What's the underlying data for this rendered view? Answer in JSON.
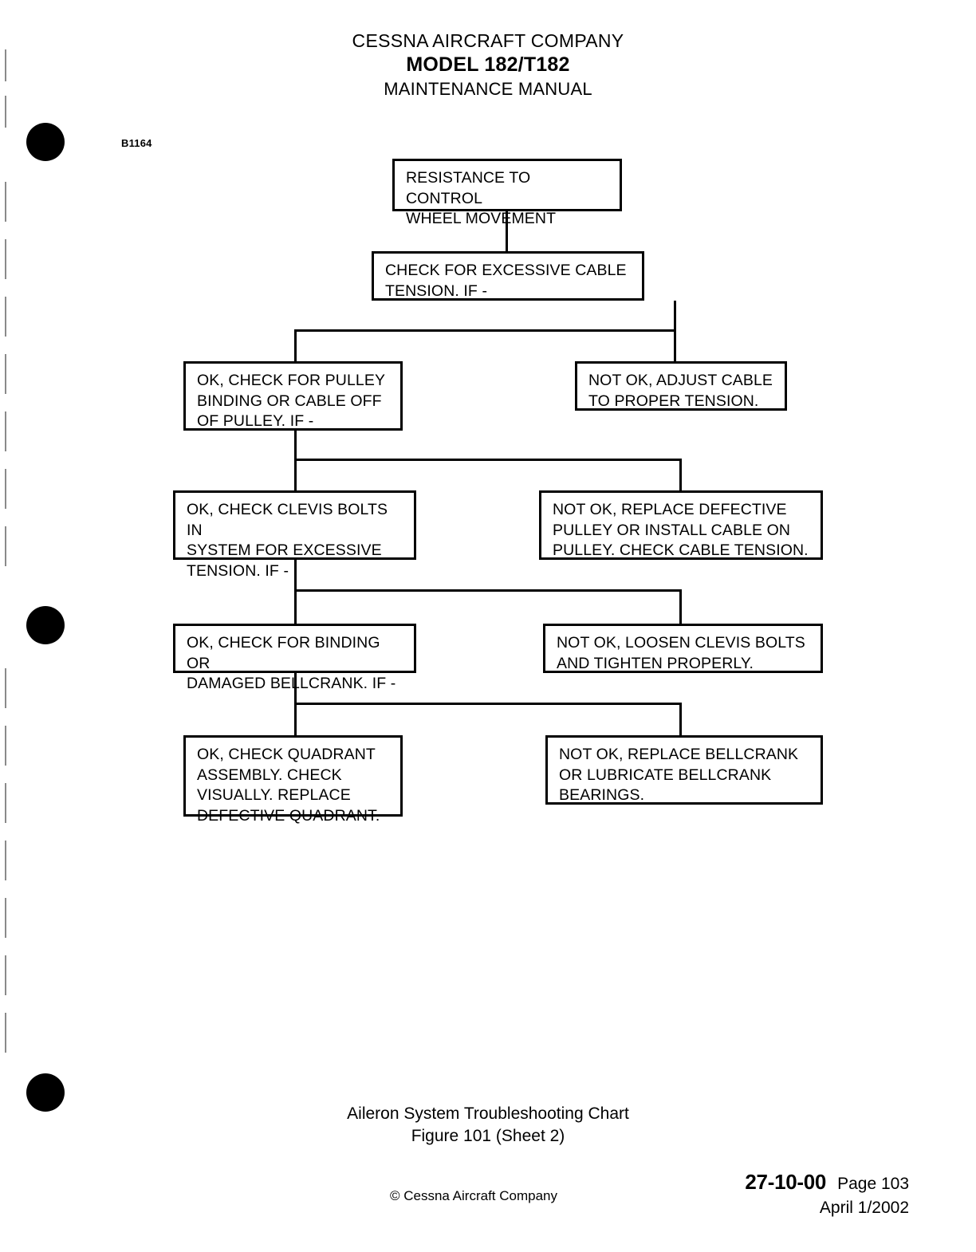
{
  "header": {
    "company": "CESSNA AIRCRAFT COMPANY",
    "model": "MODEL 182/T182",
    "manual": "MAINTENANCE MANUAL"
  },
  "figure_code": "B1164",
  "chart_data": {
    "type": "diagram",
    "title": "Aileron System Troubleshooting Chart",
    "nodes": [
      {
        "id": "start",
        "role": "symptom",
        "text": "RESISTANCE TO CONTROL\nWHEEL MOVEMENT"
      },
      {
        "id": "check-cable-tension",
        "role": "check",
        "text": "CHECK FOR EXCESSIVE CABLE\nTENSION.  IF -"
      },
      {
        "id": "ok-check-pulley",
        "role": "ok-branch",
        "text": "OK, CHECK FOR PULLEY\nBINDING OR CABLE OFF\nOF PULLEY.  IF -"
      },
      {
        "id": "notok-adjust-cable",
        "role": "not-ok-branch",
        "text": "NOT OK, ADJUST CABLE\nTO PROPER TENSION."
      },
      {
        "id": "ok-check-clevis-bolts",
        "role": "ok-branch",
        "text": "OK, CHECK CLEVIS BOLTS IN\nSYSTEM FOR EXCESSIVE\nTENSION.  IF -"
      },
      {
        "id": "notok-replace-pulley",
        "role": "not-ok-branch",
        "text": "NOT OK, REPLACE DEFECTIVE\nPULLEY OR INSTALL CABLE ON\nPULLEY.  CHECK CABLE TENSION."
      },
      {
        "id": "ok-check-bellcrank",
        "role": "ok-branch",
        "text": "OK, CHECK FOR BINDING OR\nDAMAGED BELLCRANK.  IF -"
      },
      {
        "id": "notok-loosen-clevis",
        "role": "not-ok-branch",
        "text": "NOT OK, LOOSEN CLEVIS BOLTS\nAND TIGHTEN PROPERLY."
      },
      {
        "id": "ok-check-quadrant",
        "role": "ok-branch",
        "text": "OK, CHECK QUADRANT\nASSEMBLY.  CHECK\nVISUALLY.  REPLACE\nDEFECTIVE QUADRANT."
      },
      {
        "id": "notok-replace-bellcrank",
        "role": "not-ok-branch",
        "text": "NOT OK, REPLACE BELLCRANK\nOR LUBRICATE BELLCRANK\nBEARINGS."
      }
    ],
    "edges": [
      {
        "from": "start",
        "to": "check-cable-tension"
      },
      {
        "from": "check-cable-tension",
        "to": "ok-check-pulley",
        "label": "OK"
      },
      {
        "from": "check-cable-tension",
        "to": "notok-adjust-cable",
        "label": "NOT OK"
      },
      {
        "from": "ok-check-pulley",
        "to": "ok-check-clevis-bolts",
        "label": "OK"
      },
      {
        "from": "ok-check-pulley",
        "to": "notok-replace-pulley",
        "label": "NOT OK"
      },
      {
        "from": "ok-check-clevis-bolts",
        "to": "ok-check-bellcrank",
        "label": "OK"
      },
      {
        "from": "ok-check-clevis-bolts",
        "to": "notok-loosen-clevis",
        "label": "NOT OK"
      },
      {
        "from": "ok-check-bellcrank",
        "to": "ok-check-quadrant",
        "label": "OK"
      },
      {
        "from": "ok-check-bellcrank",
        "to": "notok-replace-bellcrank",
        "label": "NOT OK"
      }
    ]
  },
  "caption": {
    "title": "Aileron System Troubleshooting Chart",
    "figure": "Figure 101 (Sheet 2)"
  },
  "footer": {
    "copyright": "© Cessna Aircraft Company",
    "chapter": "27-10-00",
    "page": "Page 103",
    "date": "April 1/2002"
  }
}
